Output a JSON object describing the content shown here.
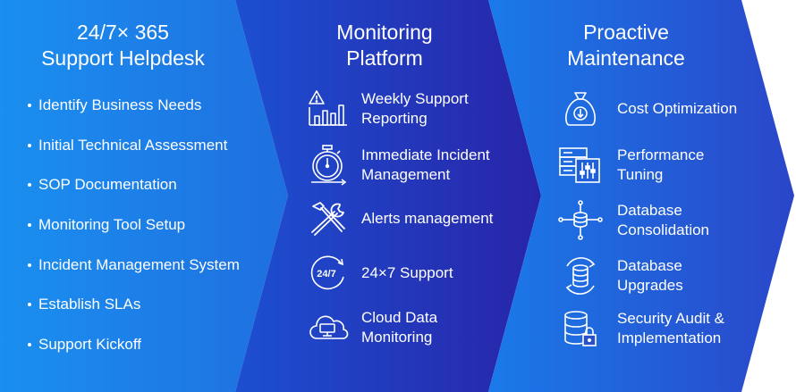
{
  "columns": [
    {
      "title": "24/7× 365\nSupport Helpdesk",
      "bullets": [
        "Identify Business Needs",
        "Initial Technical Assessment",
        "SOP Documentation",
        "Monitoring Tool Setup",
        "Incident Management System",
        "Establish SLAs",
        "Support Kickoff"
      ]
    },
    {
      "title": "Monitoring\nPlatform",
      "items": [
        {
          "icon": "support-reporting-icon",
          "label": "Weekly Support\nReporting"
        },
        {
          "icon": "stopwatch-icon",
          "label": "Immediate Incident\nManagement"
        },
        {
          "icon": "tools-icon",
          "label": "Alerts management"
        },
        {
          "icon": "24-7-icon",
          "label": "24×7 Support",
          "icon_text": "24/7"
        },
        {
          "icon": "cloud-monitoring-icon",
          "label": "Cloud Data\nMonitoring"
        }
      ]
    },
    {
      "title": "Proactive\nMaintenance",
      "items": [
        {
          "icon": "money-bag-icon",
          "label": "Cost Optimization"
        },
        {
          "icon": "performance-tuning-icon",
          "label": "Performance\nTuning"
        },
        {
          "icon": "database-network-icon",
          "label": "Database\nConsolidation"
        },
        {
          "icon": "database-sync-icon",
          "label": "Database\nUpgrades"
        },
        {
          "icon": "database-lock-icon",
          "label": "Security Audit &\nImplementation"
        }
      ]
    }
  ],
  "colors": {
    "col1_start": "#1a8ff0",
    "col1_end": "#1f6fdf",
    "col2_start": "#1d4fd1",
    "col2_end": "#2824a8",
    "col3_start": "#1a7ae9",
    "col3_end": "#2a46c9",
    "text": "#ffffff"
  }
}
